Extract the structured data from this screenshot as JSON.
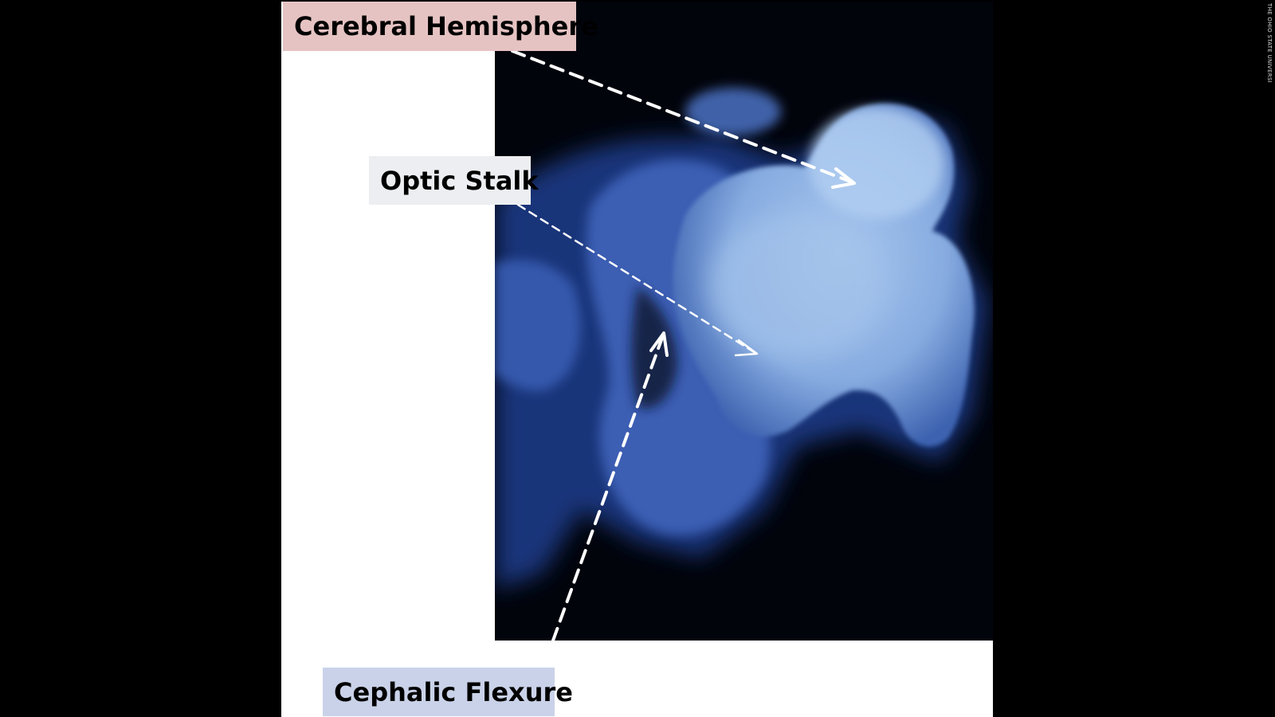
{
  "labels": {
    "cerebral_hemisphere": "Cerebral Hemisphere",
    "optic_stalk": "Optic Stalk",
    "cephalic_flexure": "Cephalic Flexure"
  },
  "watermark": "THE OHIO STATE UNIVERSITY",
  "colors": {
    "background": "#000000",
    "panel": "#ffffff",
    "cerebral_label_bg": "#e6c3c3",
    "optic_label_bg": "#eceef1",
    "cephalic_label_bg": "#c9d2e8",
    "tissue": "#8fb3e6",
    "arrow": "#ffffff"
  }
}
